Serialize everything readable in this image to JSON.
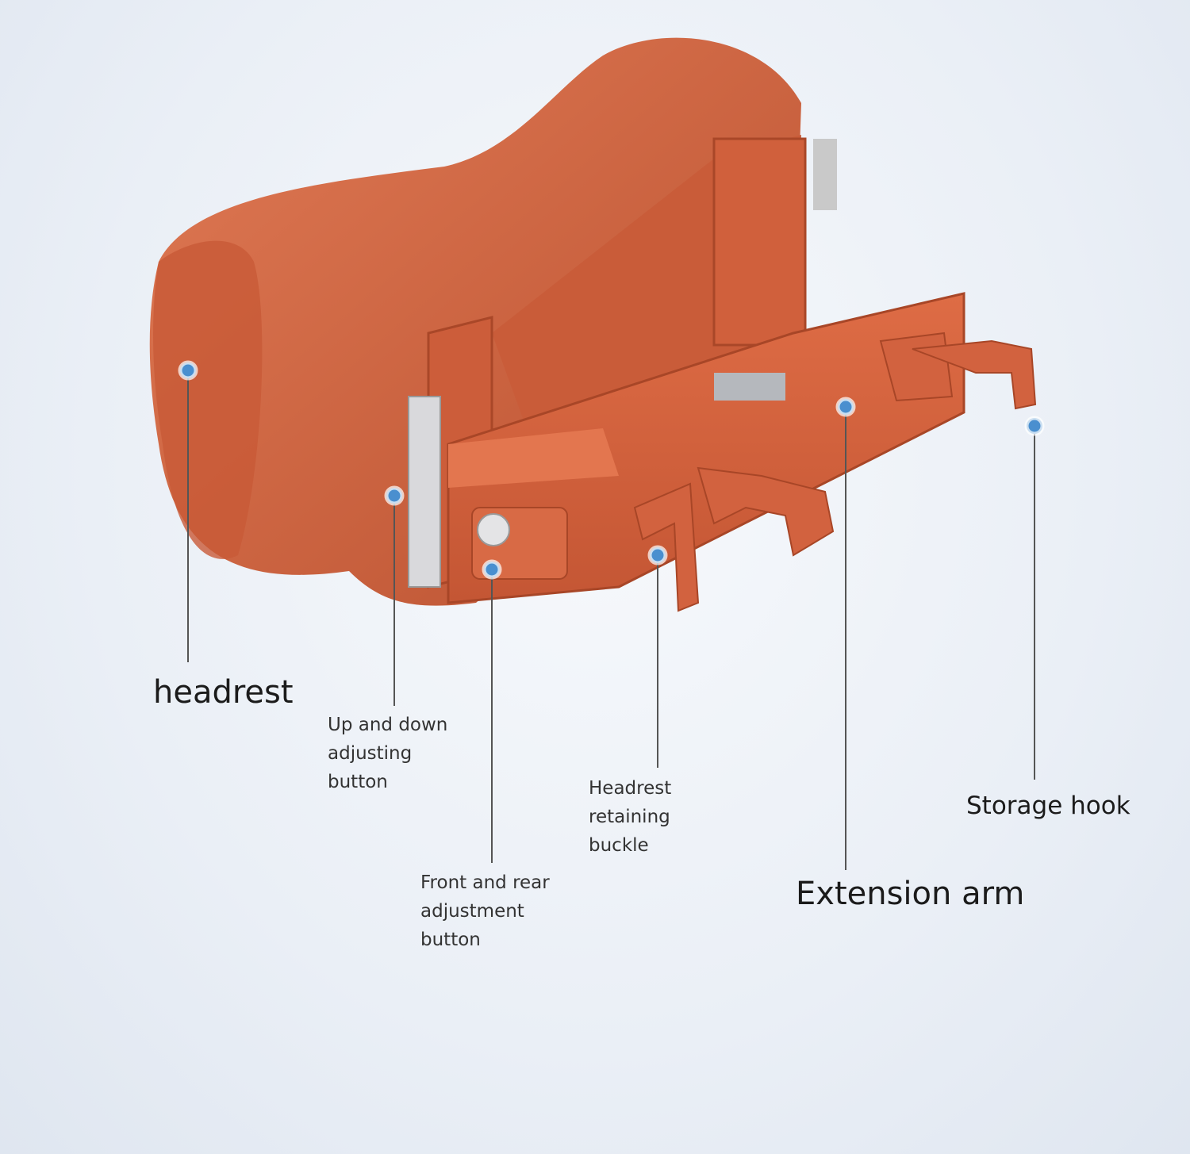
{
  "title": "Headrest product diagram",
  "colors": {
    "product": "#d2623f",
    "product_dark": "#b24a2c",
    "dot": "#4a8fcf",
    "line": "#555555"
  },
  "callouts": [
    {
      "id": "headrest",
      "label": "headrest"
    },
    {
      "id": "up-down",
      "label": "Up and down\nadjusting\nbutton"
    },
    {
      "id": "front-rear",
      "label": "Front and rear\nadjustment\nbutton"
    },
    {
      "id": "buckle",
      "label": "Headrest\nretaining\nbuckle"
    },
    {
      "id": "extension",
      "label": "Extension arm"
    },
    {
      "id": "hook",
      "label": "Storage hook"
    }
  ]
}
